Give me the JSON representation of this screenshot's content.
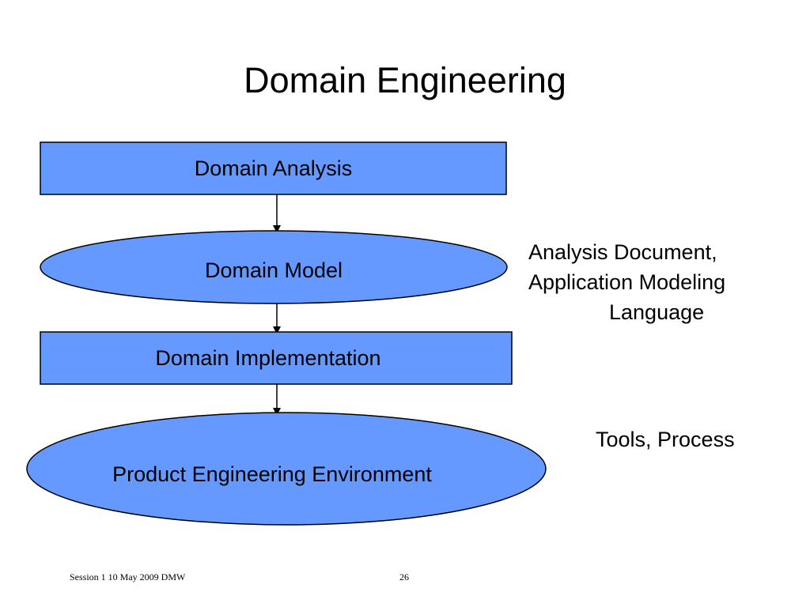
{
  "slide": {
    "title": "Domain Engineering",
    "nodes": {
      "domain_analysis": "Domain Analysis",
      "domain_model": "Domain Model",
      "domain_implementation": "Domain Implementation",
      "product_engineering_environment": "Product Engineering Environment"
    },
    "notes": {
      "analysis_line1": "Analysis Document,",
      "analysis_line2": "Application Modeling",
      "analysis_line3": "Language",
      "tools": "Tools, Process"
    },
    "footer": {
      "session": "Session 1 10 May 2009 DMW",
      "page_number": "26"
    },
    "colors": {
      "node_fill": "#6699FF",
      "node_stroke": "#000000",
      "arrow": "#000000"
    }
  }
}
